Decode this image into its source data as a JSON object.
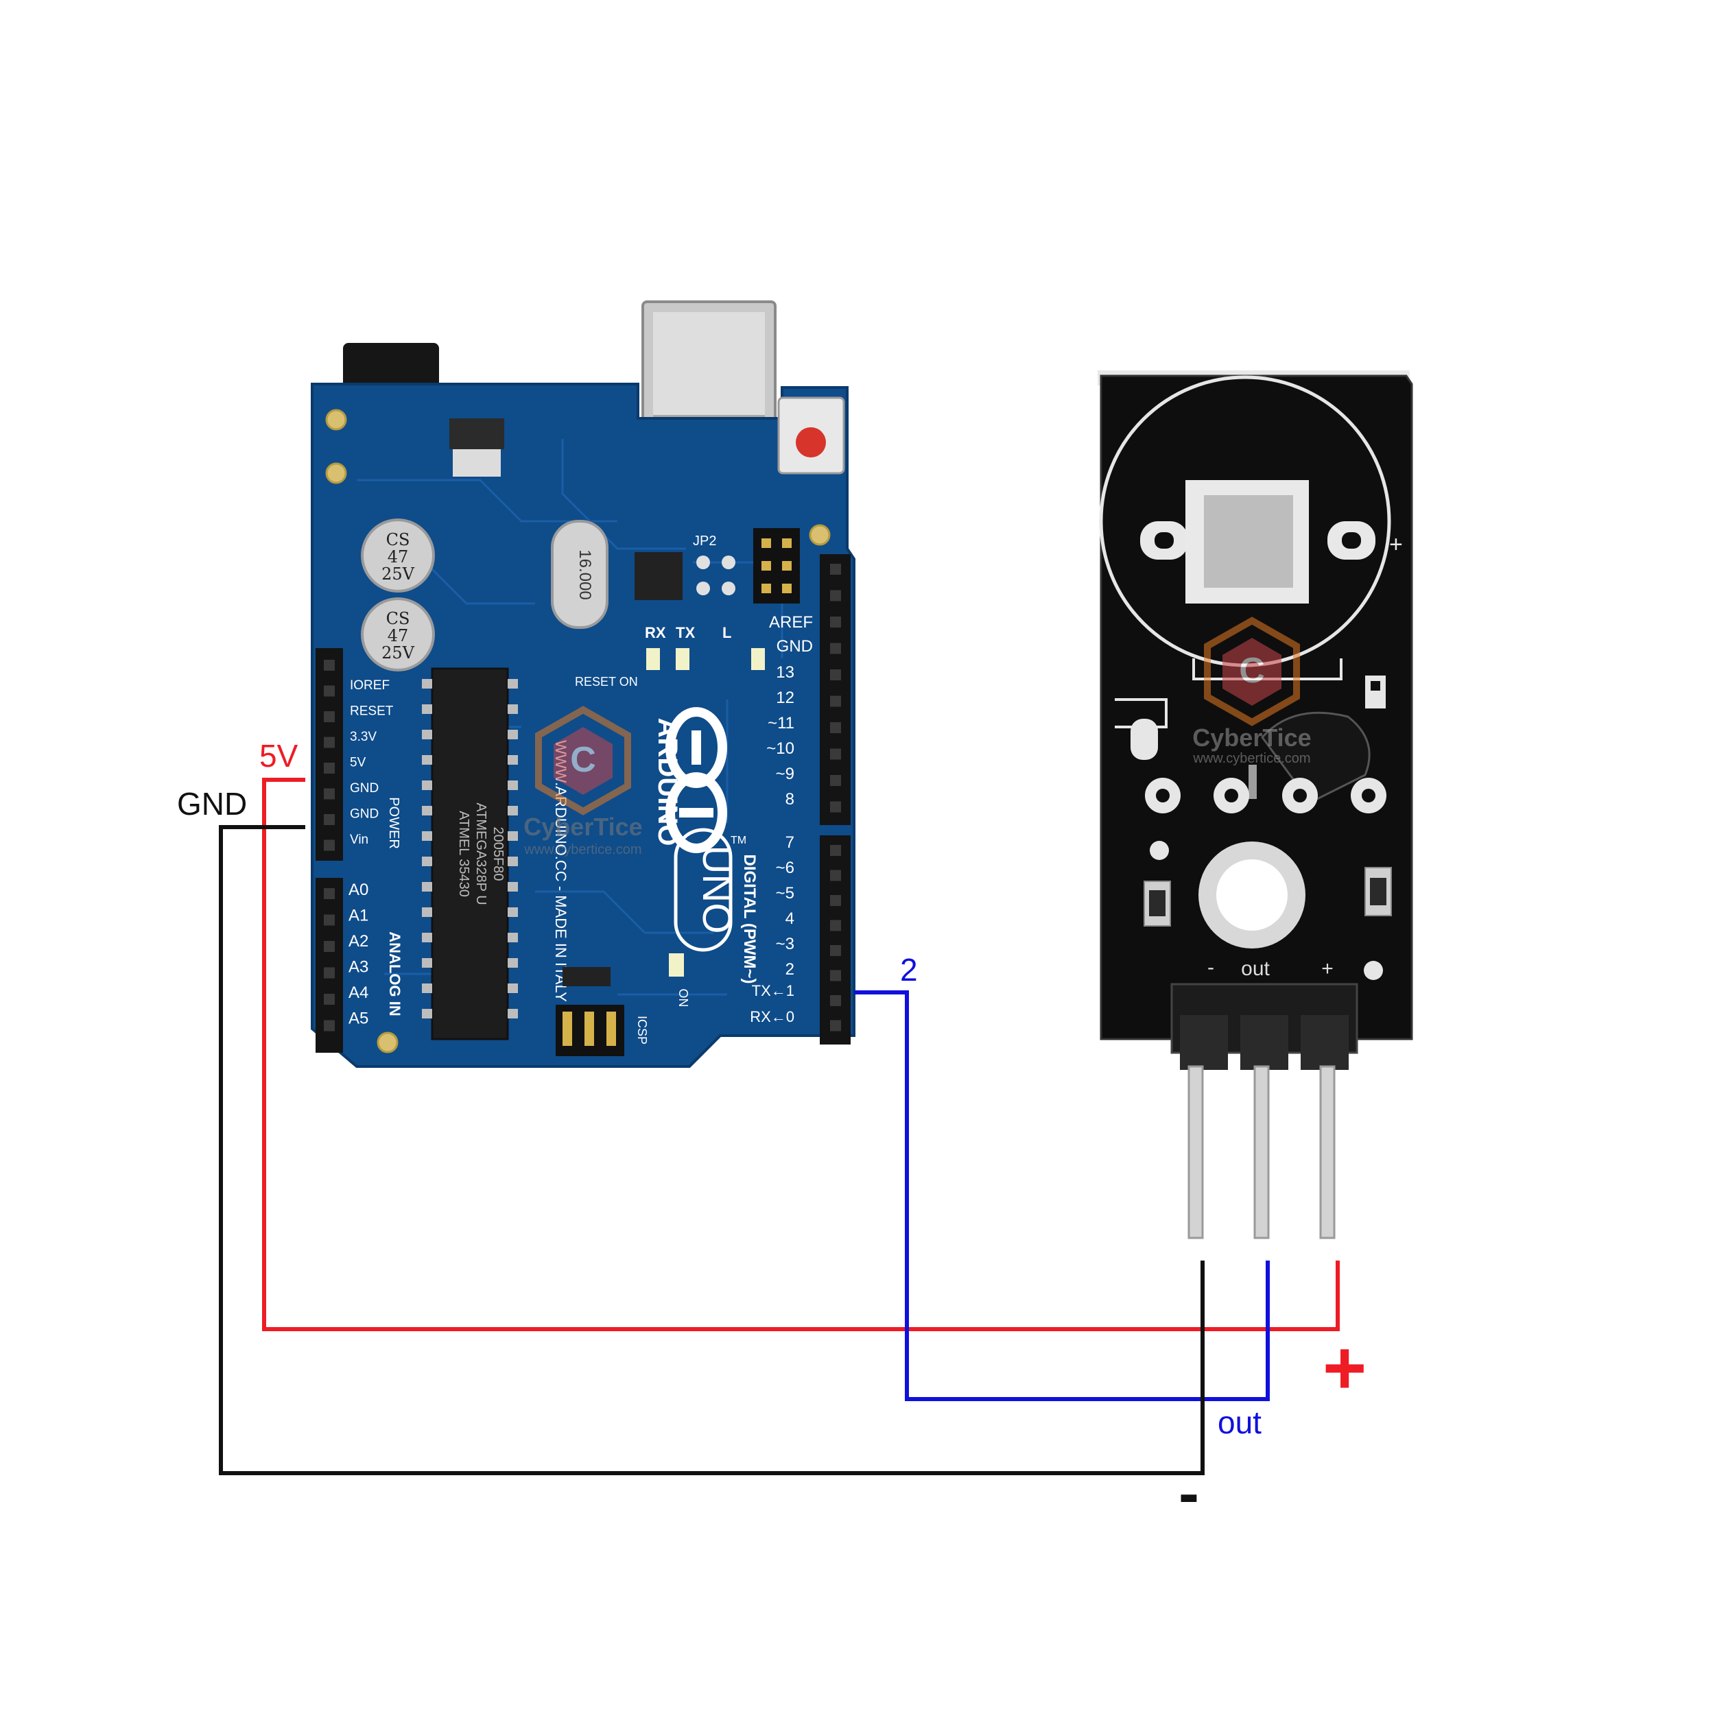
{
  "wiring": {
    "vcc_color": "#ee1c24",
    "gnd_color": "#111111",
    "signal_color": "#1010dd",
    "labels": {
      "five_v": "5V",
      "gnd": "GND",
      "pin2": "2",
      "plus": "+",
      "out": "out",
      "minus": "-"
    }
  },
  "arduino": {
    "board_color": "#0f4c8a",
    "brand": "ARDUINO",
    "model": "UNO",
    "tm": "TM",
    "digital_label": "DIGITAL (PWM~)",
    "analog_label": "ANALOG IN",
    "power_label": "POWER",
    "icsp_label": "ICSP",
    "on_label": "ON",
    "jp2_label": "JP2",
    "reset_on_label": "RESET ON",
    "l_label": "L",
    "rx_label": "RX",
    "tx_label": "TX",
    "tx_arrow": "TX←1",
    "rx_arrow": "RX←0",
    "aref": "AREF",
    "gnd_top": "GND",
    "digital_pins": [
      "13",
      "12",
      "~11",
      "~10",
      "~9",
      "8",
      "7",
      "~6",
      "~5",
      "4",
      "~3",
      "2"
    ],
    "power_pins": [
      "IOREF",
      "RESET",
      "3.3V",
      "5V",
      "GND",
      "GND",
      "Vin"
    ],
    "analog_pins": [
      "A0",
      "A1",
      "A2",
      "A3",
      "A4",
      "A5"
    ],
    "cap1": [
      "CS",
      "47",
      "25V"
    ],
    "cap2": [
      "CS",
      "47",
      "25V"
    ],
    "crystal": "16.000",
    "chip_marks": [
      "ATMEL 35430",
      "ATMEGA328P U",
      "2005F80"
    ],
    "made_in": "WWW.ARDUINO.CC - MADE IN ITALY"
  },
  "sensor": {
    "board_color": "#0e0e0e",
    "silk_plus": "+",
    "silk_out": "out",
    "silk_minus": "-"
  },
  "watermark": {
    "brand": "CyberTice",
    "url": "www.cybertice.com",
    "letter": "C"
  }
}
